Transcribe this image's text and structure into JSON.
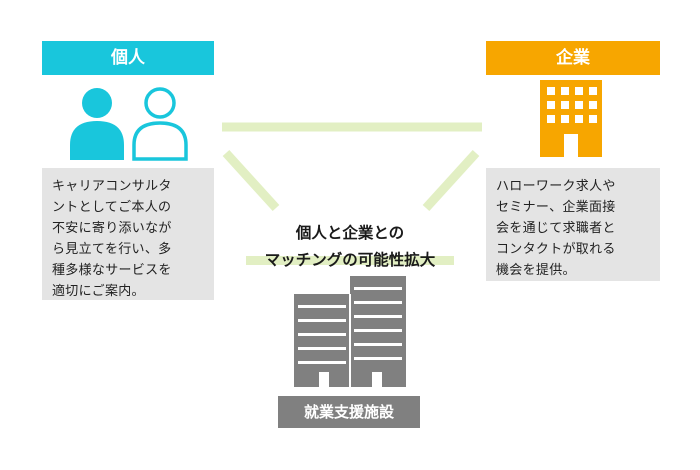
{
  "individual": {
    "label": "個人",
    "description": "キャリアコンサルタ\nントとしてご本人の\n不安に寄り添いなが\nら見立てを行い、多\n種多様なサービスを\n適切にご案内。",
    "icon": "people-icon",
    "color": "#19c6dc"
  },
  "company": {
    "label": "企業",
    "description": "ハローワーク求人や\nセミナー、企業面接\n会を通じて求職者と\nコンタクトが取れる\n機会を提供。",
    "icon": "office-building-icon",
    "color": "#f7a600"
  },
  "center": {
    "caption": "個人と企業との\nマッチングの可能性拡大"
  },
  "facility": {
    "label": "就業支援施設",
    "icon": "facility-building-icon",
    "color": "#808080"
  },
  "connector_color": "#e2efc3"
}
